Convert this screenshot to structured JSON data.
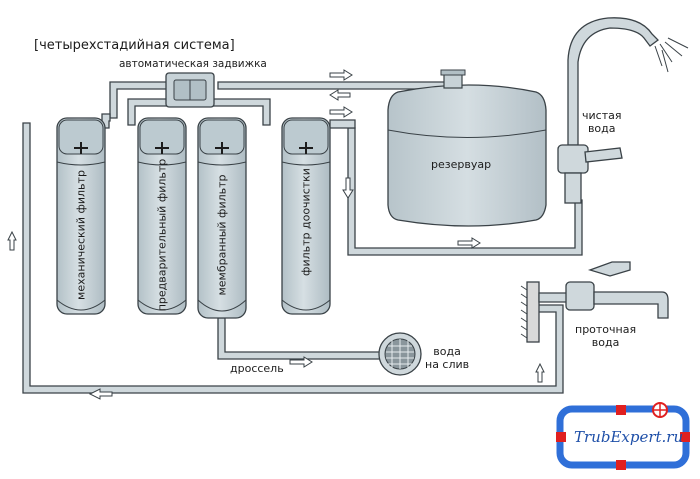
{
  "title": "[четырехстадийная система]",
  "labels": {
    "valve": "автоматическая задвижка",
    "tank": "резервуар",
    "clean_water_1": "чистая",
    "clean_water_2": "вода",
    "tap_water_1": "проточная",
    "tap_water_2": "вода",
    "throttle": "дроссель",
    "drain_1": "вода",
    "drain_2": "на слив"
  },
  "filters": [
    "механический фильтр",
    "предварительный фильтр",
    "мембранный фильтр",
    "фильтр доочистки"
  ],
  "logo": {
    "text": "TrubExpert.ru",
    "frame_color": "#2f6fd8",
    "accent_color": "#e02020"
  },
  "colors": {
    "body": "#c9d4d9",
    "outline": "#3a4247",
    "pipe": "#cfd8dc"
  }
}
